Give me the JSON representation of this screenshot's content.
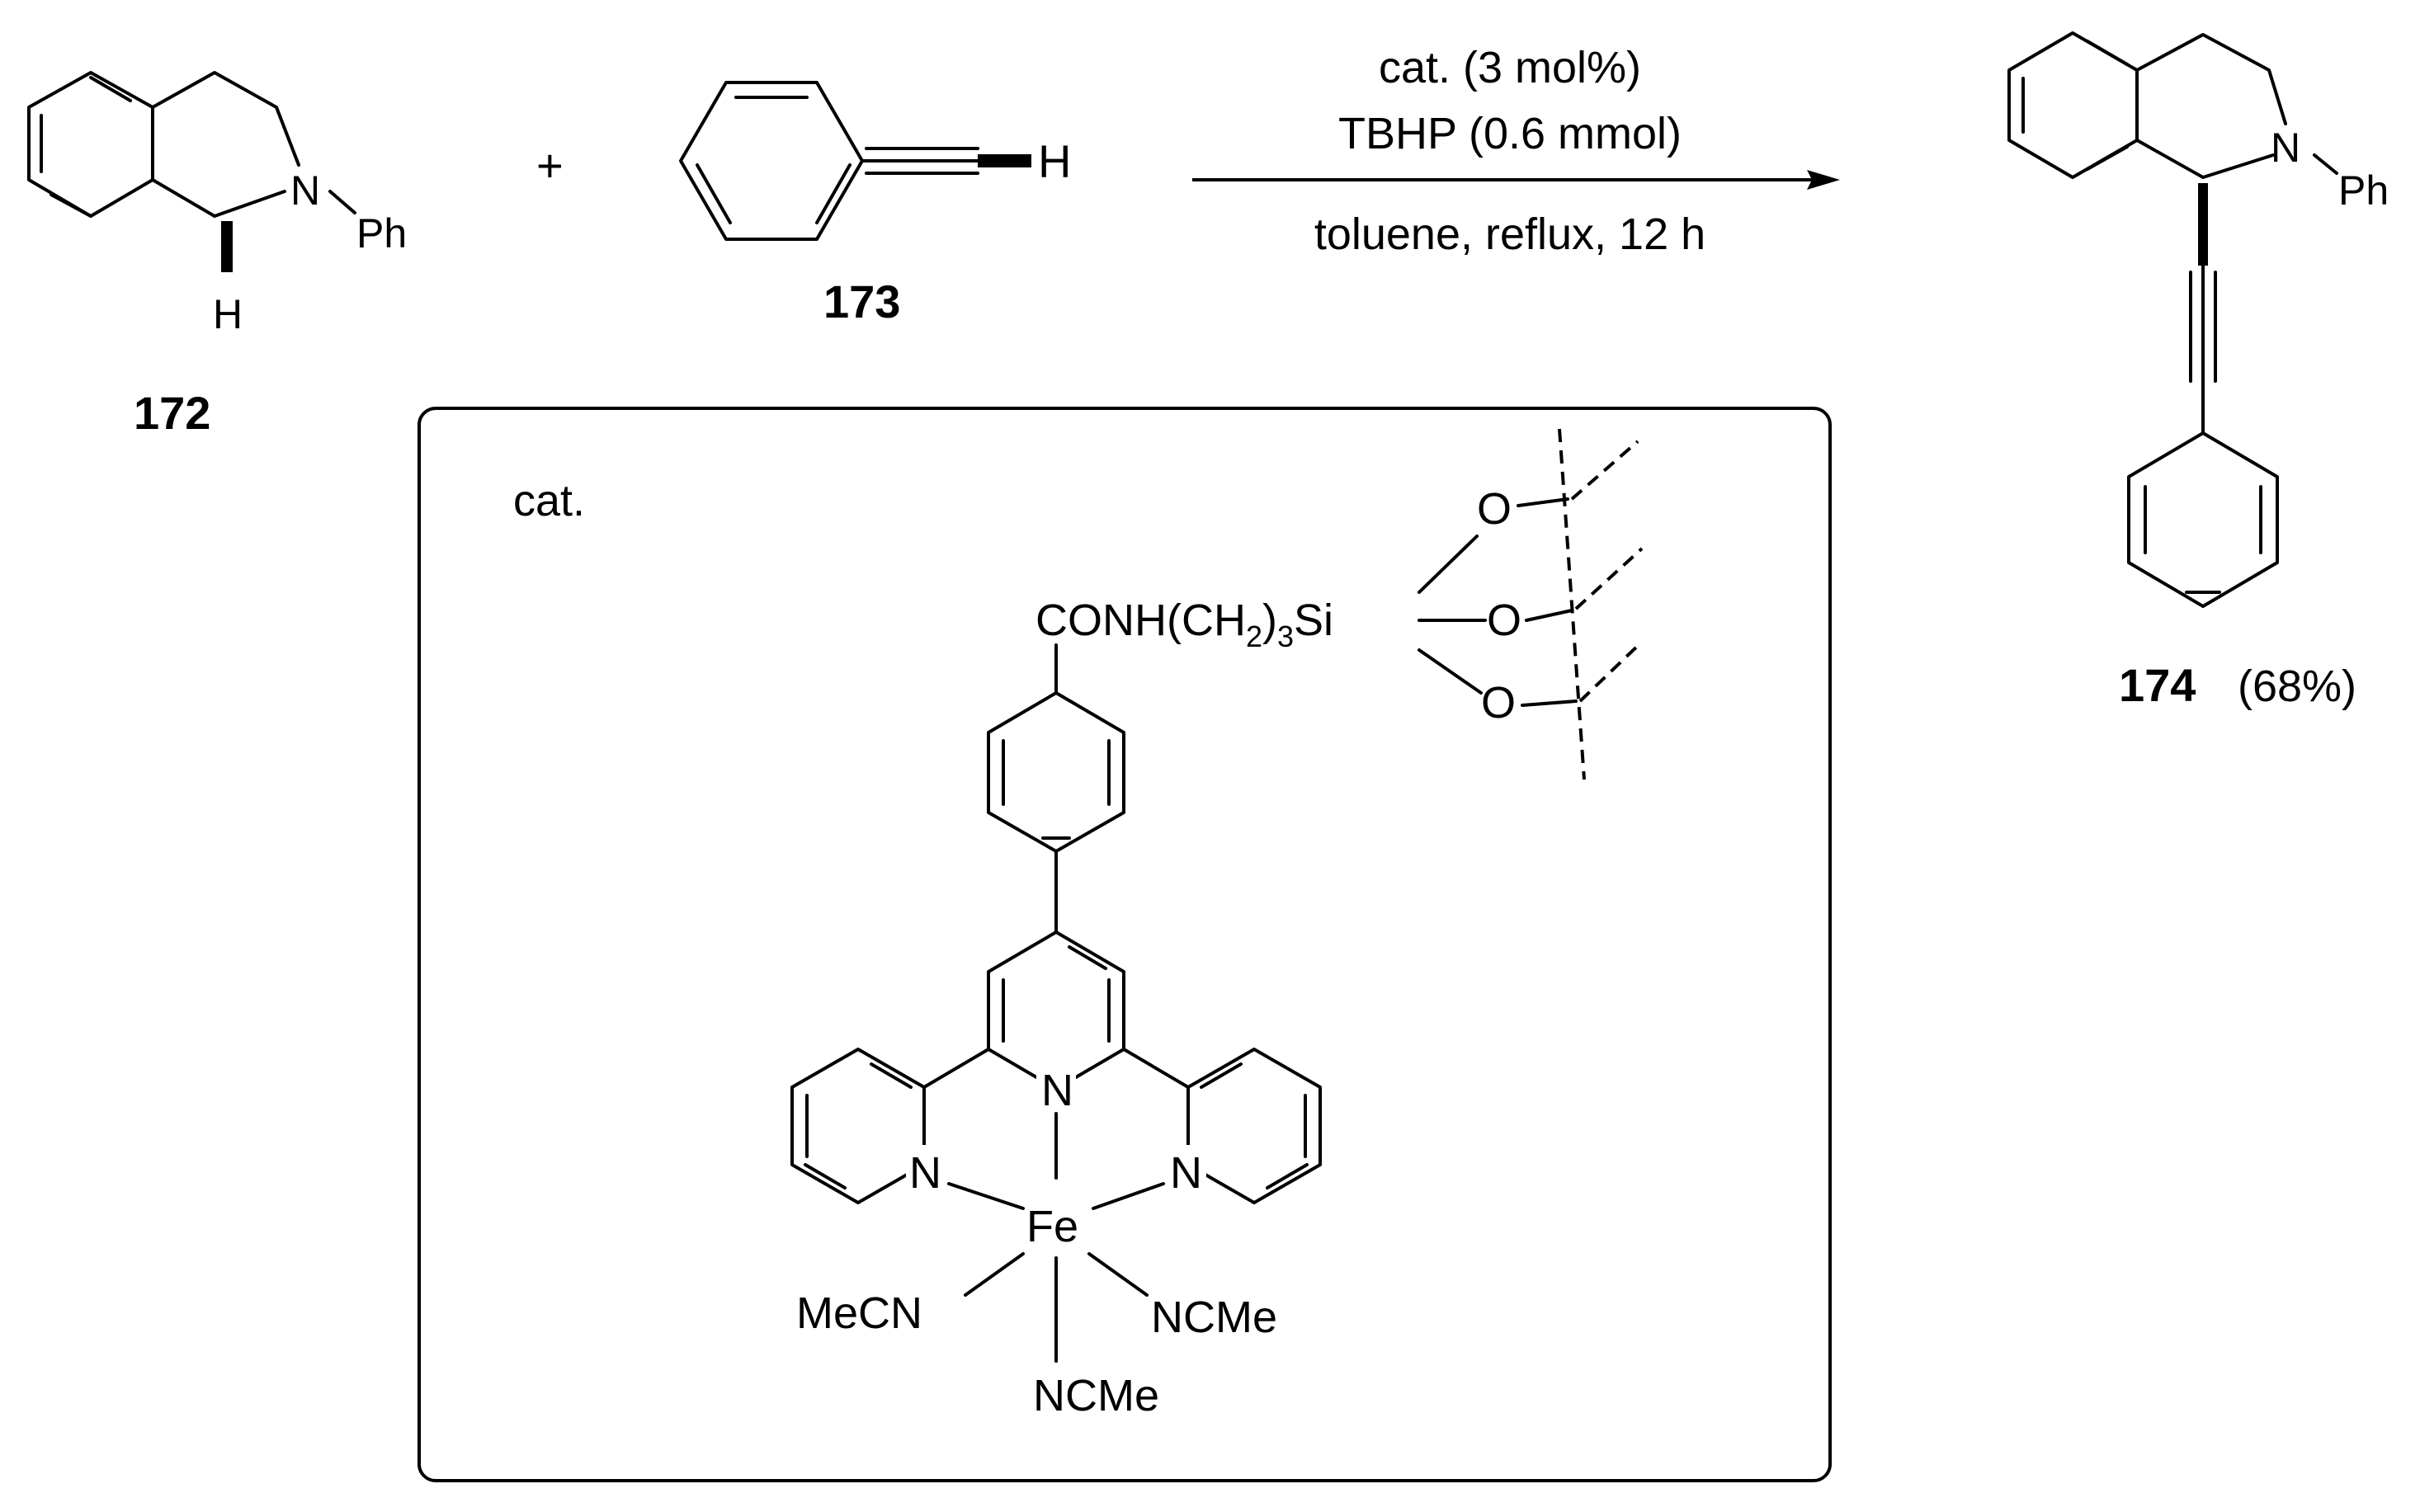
{
  "scheme": {
    "plus_sign": "+",
    "reactant_1": {
      "compound_number": "172",
      "n_label": "N",
      "substituent": "Ph",
      "h_label": "H"
    },
    "reactant_2": {
      "compound_number": "173",
      "h_label": "H"
    },
    "conditions": {
      "line_1": "cat. (3 mol%)",
      "line_2": "TBHP (0.6 mmol)",
      "line_3": "toluene, reflux, 12 h"
    },
    "product": {
      "compound_number": "174",
      "yield": "(68%)",
      "n_label": "N",
      "substituent": "Ph"
    }
  },
  "catalyst_box": {
    "label": "cat.",
    "linker_c": "CONH(CH",
    "linker_sub2": "2",
    "linker_paren": ")",
    "linker_sub3": "3",
    "linker_si": "Si",
    "oxygen": "O",
    "pyridine_n": "N",
    "metal": "Fe",
    "ligand_left": "MeCN",
    "ligand_right": "NCMe",
    "ligand_bottom": "NCMe"
  }
}
